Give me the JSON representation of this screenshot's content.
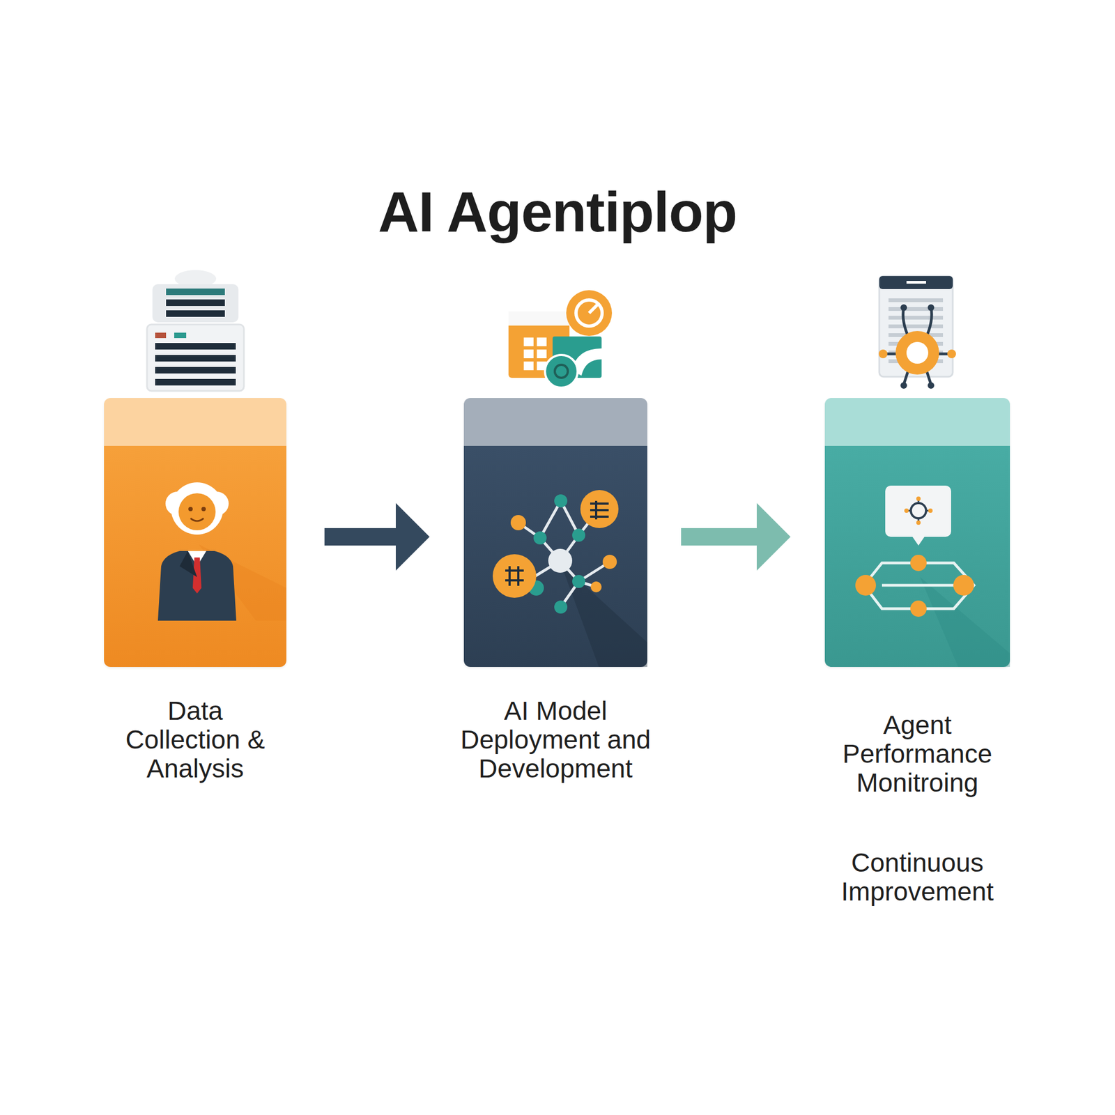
{
  "diagram": {
    "title": "AI Agentiplop",
    "nodes": [
      {
        "text": [
          "Data Collection & Analysis"
        ]
      },
      {
        "text": [
          "AI Model Deployment and Development"
        ]
      },
      {
        "text": [
          "Agent Performance Monitroing",
          "Continuous Improvement"
        ]
      }
    ],
    "edges": [
      {
        "from": 0,
        "to": 1,
        "arrow": "to"
      },
      {
        "from": 1,
        "to": 2,
        "arrow": "to"
      }
    ]
  }
}
